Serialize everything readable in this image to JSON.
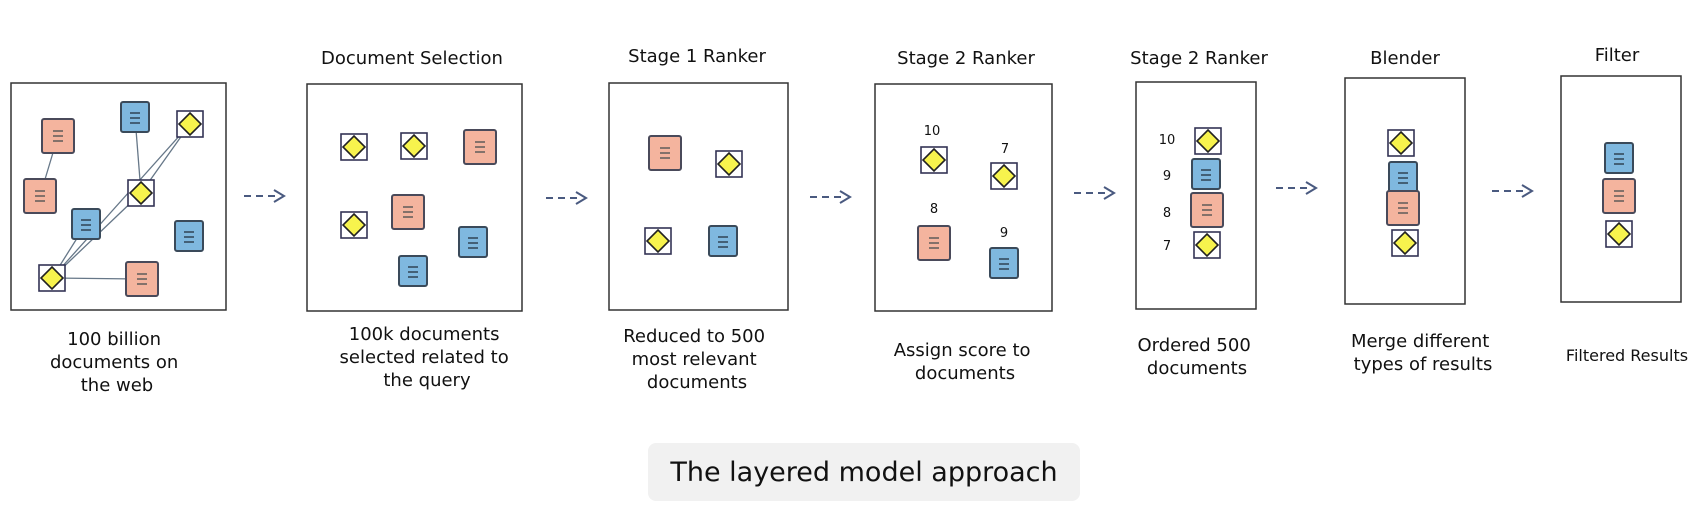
{
  "colors": {
    "orange_doc": "#f4b49e",
    "blue_doc": "#7fb8df",
    "yellow_diamond": "#f7f34d",
    "frame": "#333333",
    "arrow": "#4a5a80"
  },
  "icons": [
    "orange-document-icon",
    "blue-document-icon",
    "yellow-diamond-icon",
    "dashed-arrow-icon"
  ],
  "stages": [
    {
      "title": "",
      "caption": [
        "100 billion",
        "documents on",
        "the web"
      ]
    },
    {
      "title": "Document Selection",
      "caption": [
        "100k documents",
        "selected related to",
        "the query"
      ]
    },
    {
      "title": "Stage 1 Ranker",
      "caption": [
        "Reduced to 500",
        "most relevant",
        "documents"
      ]
    },
    {
      "title": "Stage 2 Ranker",
      "caption": [
        "Assign score to",
        "documents"
      ],
      "scores": [
        "10",
        "7",
        "8",
        "9"
      ]
    },
    {
      "title": "Stage 2 Ranker",
      "caption": [
        "Ordered 500",
        "documents"
      ],
      "scores": [
        "10",
        "9",
        "8",
        "7"
      ]
    },
    {
      "title": "Blender",
      "caption": [
        "Merge different",
        "types of results"
      ]
    },
    {
      "title": "Filter",
      "caption": [
        "Filtered Results"
      ]
    }
  ],
  "footer": {
    "label": "The layered model approach"
  }
}
